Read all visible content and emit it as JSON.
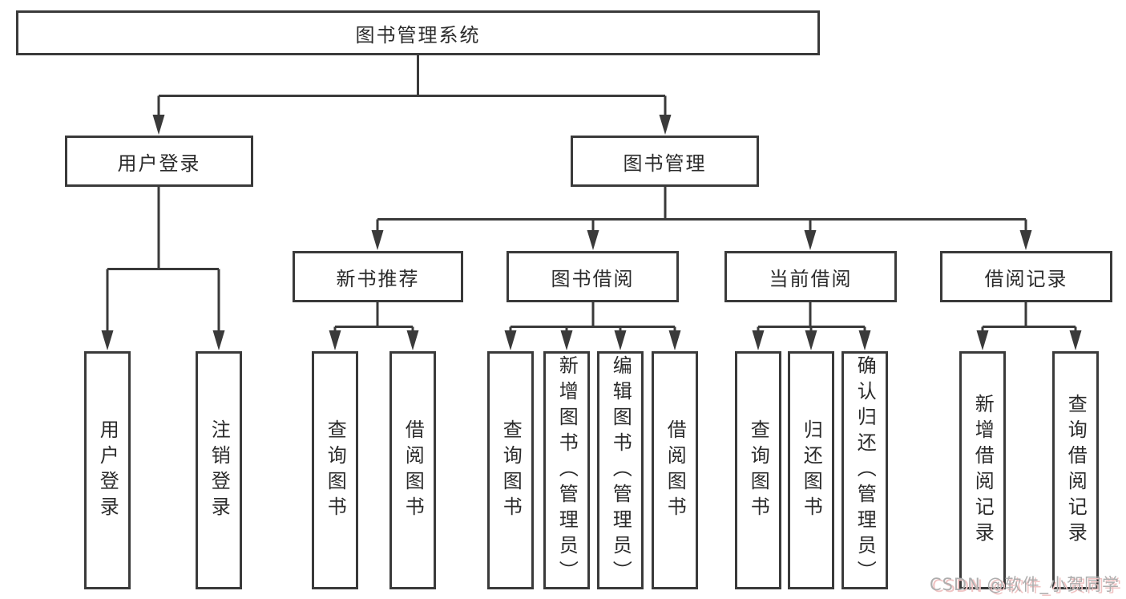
{
  "diagram": {
    "title": "图书管理系统",
    "children": [
      {
        "label": "用户登录",
        "children": [
          {
            "label": "用户登录"
          },
          {
            "label": "注销登录"
          }
        ]
      },
      {
        "label": "图书管理",
        "children": [
          {
            "label": "新书推荐",
            "children": [
              {
                "label": "查询图书"
              },
              {
                "label": "借阅图书"
              }
            ]
          },
          {
            "label": "图书借阅",
            "children": [
              {
                "label": "查询图书"
              },
              {
                "label": "新增图书（管理员）"
              },
              {
                "label": "编辑图书（管理员）"
              },
              {
                "label": "借阅图书"
              }
            ]
          },
          {
            "label": "当前借阅",
            "children": [
              {
                "label": "查询图书"
              },
              {
                "label": "归还图书"
              },
              {
                "label": "确认归还（管理员）"
              }
            ]
          },
          {
            "label": "借阅记录",
            "children": [
              {
                "label": "新增借阅记录"
              },
              {
                "label": "查询借阅记录"
              }
            ]
          }
        ]
      }
    ]
  },
  "watermark": {
    "text": "CSDN @软件_小贺同学"
  },
  "colors": {
    "line": "#3a3a3a",
    "box_border": "#3a3a3a",
    "text": "#2b2b2b",
    "background": "#ffffff",
    "watermark_gray": "#aeaeae",
    "watermark_shadow": "#f0c3c3"
  }
}
